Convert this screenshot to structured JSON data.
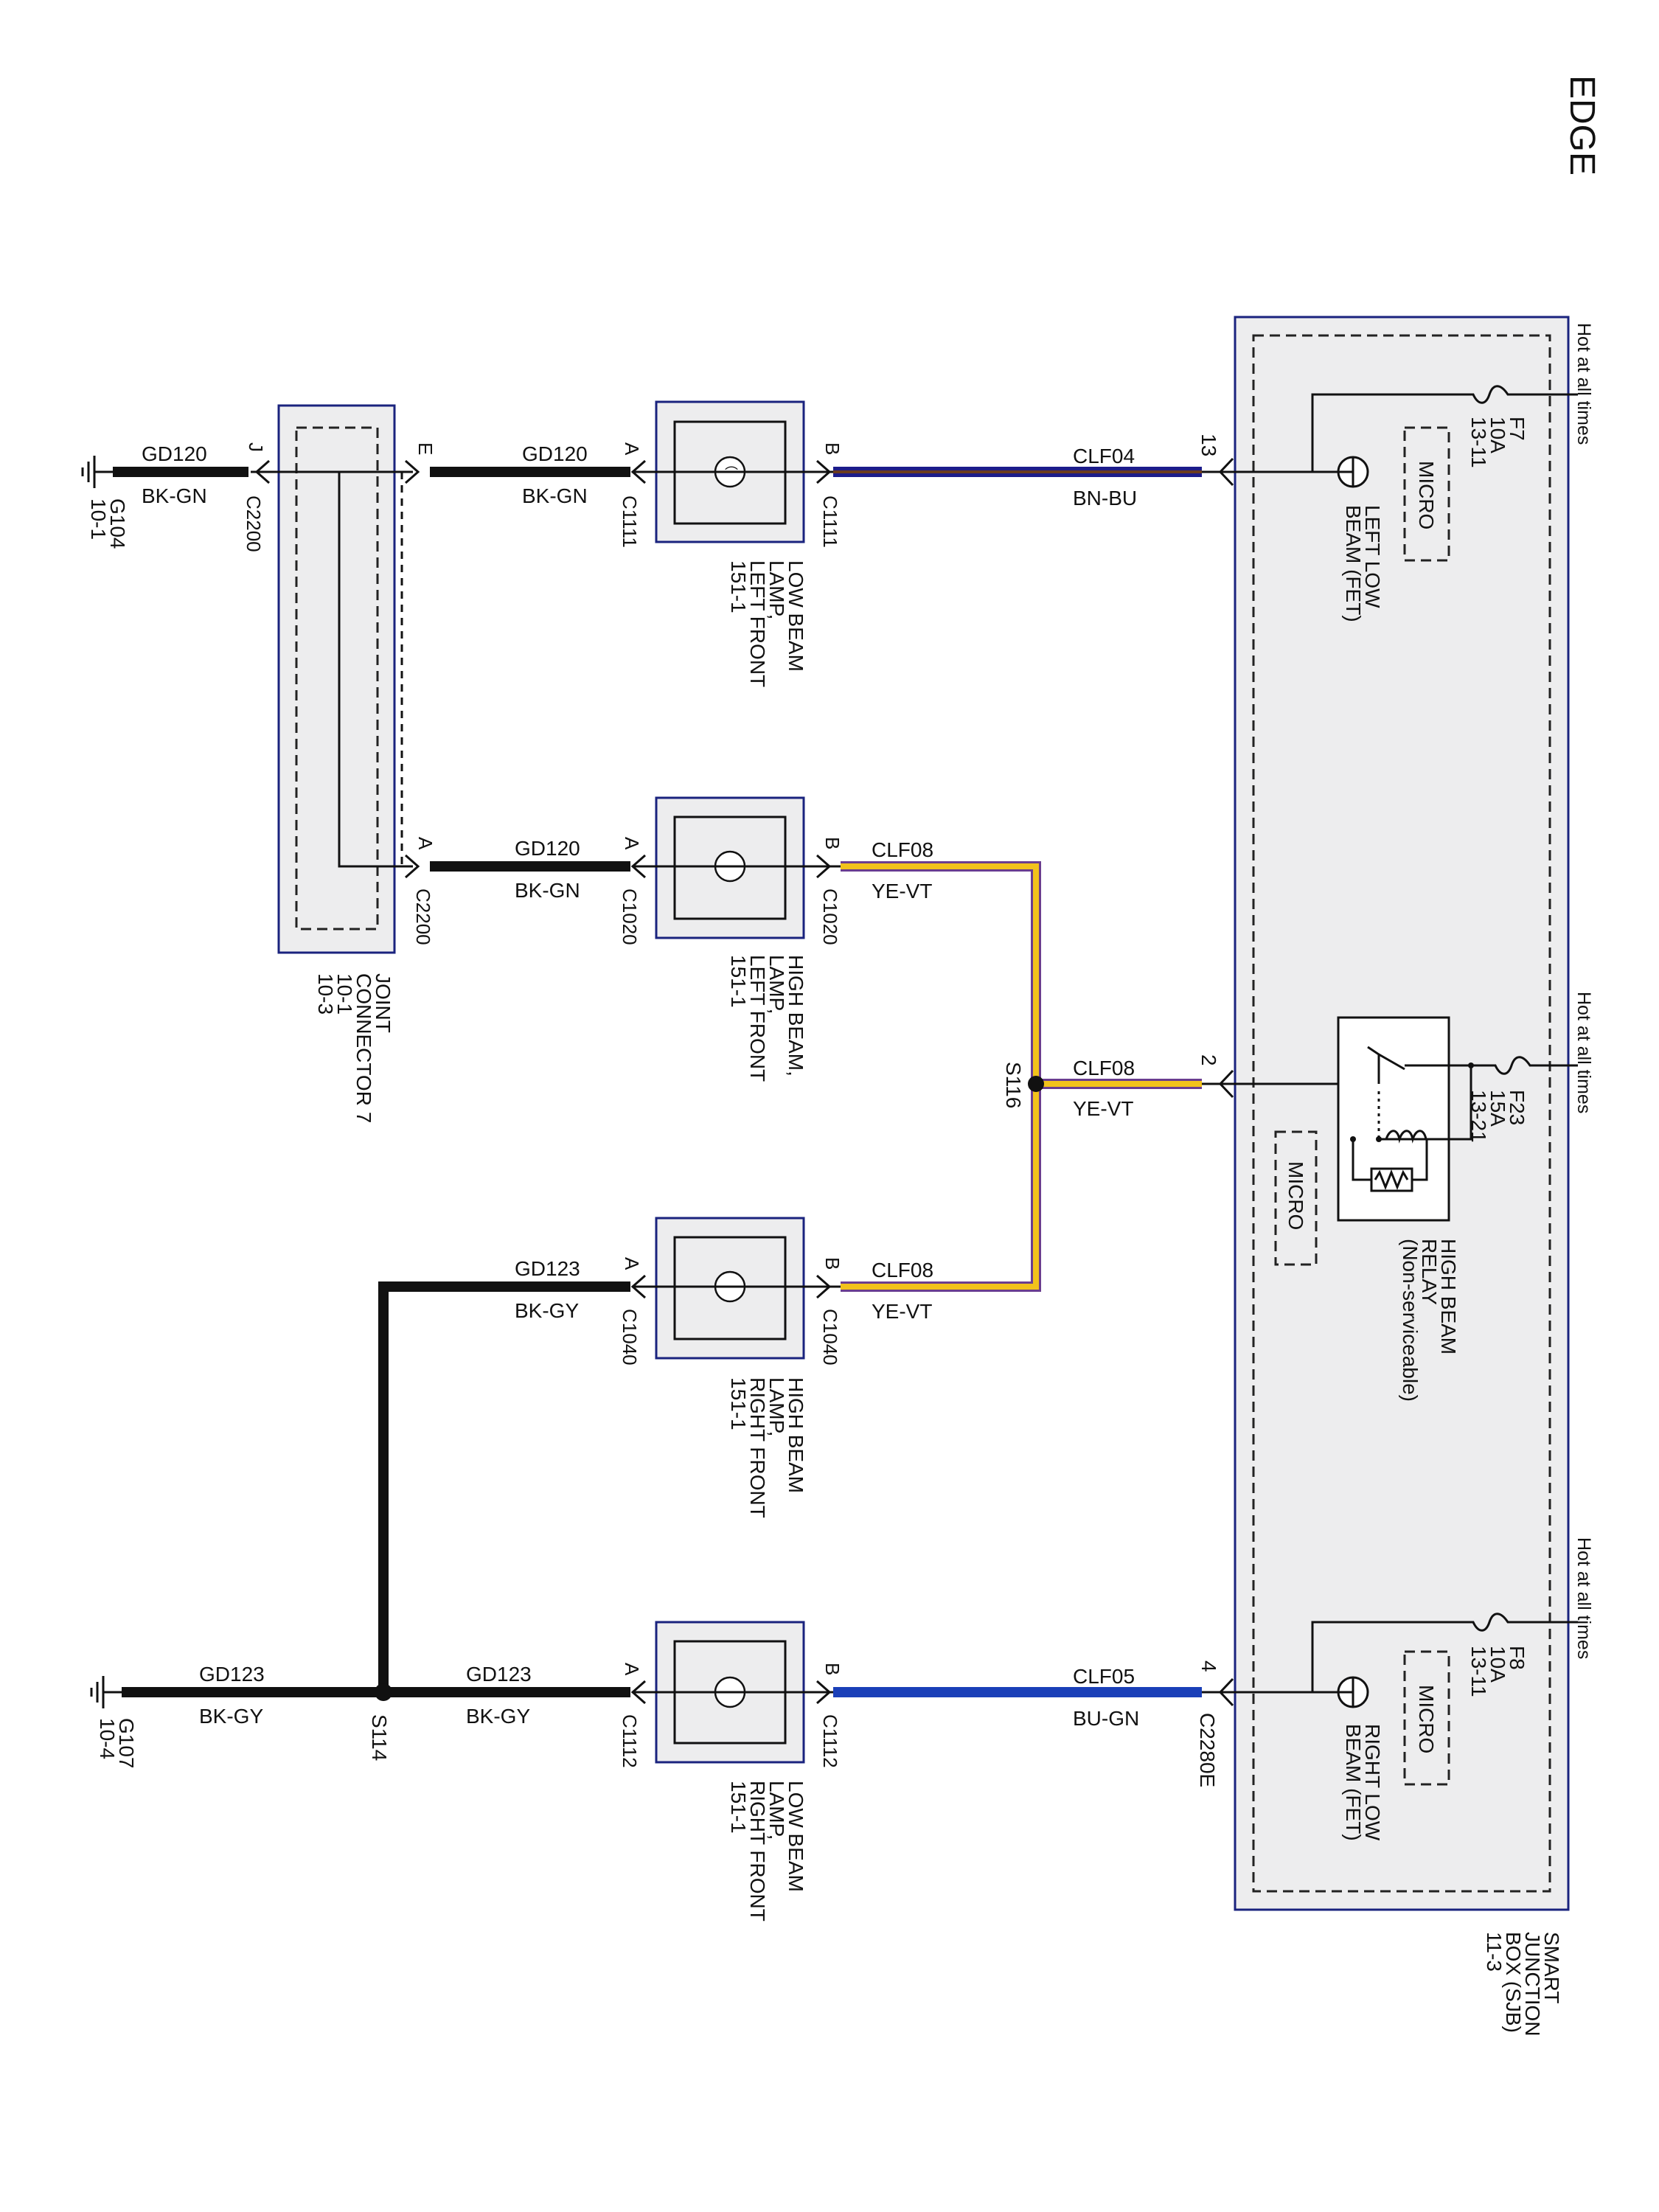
{
  "page_label": "EDGE",
  "sjb": {
    "name_lines": [
      "SMART",
      "JUNCTION",
      "BOX (SJB)",
      "11-3"
    ],
    "hot_label": "Hot at all times",
    "micro_label": "MICRO",
    "fuses": [
      {
        "id": "F7",
        "amps": "10A",
        "ref": "13-11"
      },
      {
        "id": "F23",
        "amps": "15A",
        "ref": "13-21"
      },
      {
        "id": "F8",
        "amps": "10A",
        "ref": "13-11"
      }
    ],
    "left_low_beam_fet": [
      "LEFT LOW",
      "BEAM (FET)"
    ],
    "right_low_beam_fet": [
      "RIGHT LOW",
      "BEAM (FET)"
    ],
    "high_beam_relay": [
      "HIGH BEAM",
      "RELAY",
      "(Non-serviceable)"
    ],
    "pins": [
      "13",
      "2",
      "4"
    ],
    "connector": "C2280E"
  },
  "circuits": {
    "clf04": {
      "name": "CLF04",
      "color": "BN-BU",
      "hex": "#1c1c8a"
    },
    "clf08": {
      "name": "CLF08",
      "color": "YE-VT",
      "hex": "#f2c21b"
    },
    "clf05": {
      "name": "CLF05",
      "color": "BU-GN",
      "hex": "#1a3fb8"
    },
    "gd120": {
      "name": "GD120",
      "color": "BK-GN"
    },
    "gd123": {
      "name": "GD123",
      "color": "BK-GY"
    }
  },
  "lamps": [
    {
      "key": "llb",
      "lines": [
        "LOW BEAM",
        "LAMP,",
        "LEFT FRONT",
        "151-1"
      ],
      "pin_b": "B",
      "pin_a": "A",
      "conn": "C1111"
    },
    {
      "key": "lhb",
      "lines": [
        "HIGH BEAM,",
        "LAMP,",
        "LEFT FRONT",
        "151-1"
      ],
      "pin_b": "B",
      "pin_a": "A",
      "conn": "C1020"
    },
    {
      "key": "rhb",
      "lines": [
        "HIGH BEAM",
        "LAMP,",
        "RIGHT FRONT",
        "151-1"
      ],
      "pin_b": "B",
      "pin_a": "A",
      "conn": "C1040"
    },
    {
      "key": "rlb",
      "lines": [
        "LOW BEAM",
        "LAMP,",
        "RIGHT FRONT",
        "151-1"
      ],
      "pin_b": "B",
      "pin_a": "A",
      "conn": "C1112"
    }
  ],
  "splices": {
    "s116": "S116",
    "s114": "S114"
  },
  "joint_connector": {
    "lines": [
      "JOINT",
      "CONNECTOR 7",
      "10-1",
      "10-3"
    ],
    "pin_e": "E",
    "pin_j": "J",
    "pin_a": "A",
    "conn": "C2200"
  },
  "grounds": [
    {
      "id": "G104",
      "ref": "10-1"
    },
    {
      "id": "G107",
      "ref": "10-4"
    }
  ]
}
